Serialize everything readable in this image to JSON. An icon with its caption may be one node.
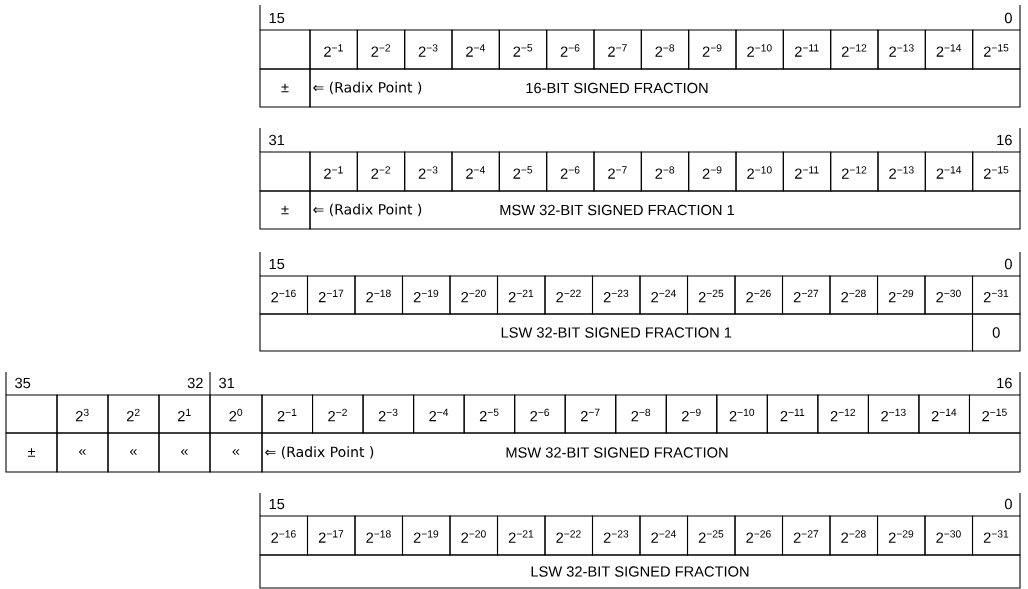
{
  "diagram": {
    "labels": [
      "15",
      "0",
      "2$^{−1}$",
      "2$^{−2}$",
      "2$^{−3}$",
      "2$^{−4}$",
      "2$^{−5}$",
      "2$^{−6}$",
      "2$^{−7}$",
      "2$^{−8}$",
      "2$^{−9}$",
      "2$^{−10}$",
      "2$^{−11}$",
      "2$^{−12}$",
      "2$^{−13}$",
      "2$^{−14}$",
      "2$^{−15}$",
      "±",
      "⇐ (Radix Point )",
      "16-BIT SIGNED FRACTION",
      "31",
      "16",
      "2$^{−1}$",
      "2$^{−2}$",
      "2$^{−3}$",
      "2$^{−4}$",
      "2$^{−5}$",
      "2$^{−6}$",
      "2$^{−7}$",
      "2$^{−8}$",
      "2$^{−9}$",
      "2$^{−10}$",
      "2$^{−11}$",
      "2$^{−12}$",
      "2$^{−13}$",
      "2$^{−14}$",
      "2$^{−15}$",
      "±",
      "⇐ (Radix Point )",
      "MSW 32-BIT SIGNED FRACTION 1",
      "15",
      "0",
      "2$^{−16}$",
      "2$^{−17}$",
      "2$^{−18}$",
      "2$^{−19}$",
      "2$^{−20}$",
      "2$^{−21}$",
      "2$^{−22}$",
      "2$^{−23}$",
      "2$^{−24}$",
      "2$^{−25}$",
      "2$^{−26}$",
      "2$^{−27}$",
      "2$^{−28}$",
      "2$^{−29}$",
      "2$^{−30}$",
      "2$^{−31}$",
      "LSW 32-BIT SIGNED FRACTION 1",
      "0",
      "35",
      "32",
      "31",
      "16",
      "2$^{3}$",
      "2$^{2}$",
      "2$^{1}$",
      "2$^{0}$",
      "2$^{−1}$",
      "2$^{−2}$",
      "2$^{−3}$",
      "2$^{−4}$",
      "2$^{−5}$",
      "2$^{−6}$",
      "2$^{−7}$",
      "2$^{−8}$",
      "2$^{−9}$",
      "2$^{−10}$",
      "2$^{−11}$",
      "2$^{−12}$",
      "2$^{−13}$",
      "2$^{−14}$",
      "2$^{−15}$",
      "±",
      "«",
      "«",
      "«",
      "«",
      "⇐ (Radix Point )",
      "MSW 32-BIT SIGNED FRACTION",
      "15",
      "0",
      "2$^{−16}$",
      "2$^{−17}$",
      "2$^{−18}$",
      "2$^{−19}$",
      "2$^{−20}$",
      "2$^{−21}$",
      "2$^{−22}$",
      "2$^{−23}$",
      "2$^{−24}$",
      "2$^{−25}$",
      "2$^{−26}$",
      "2$^{−27}$",
      "2$^{−28}$",
      "2$^{−29}$",
      "2$^{−30}$",
      "2$^{−31}$",
      "LSW 32-BIT SIGNED FRACTION"
    ]
  }
}
